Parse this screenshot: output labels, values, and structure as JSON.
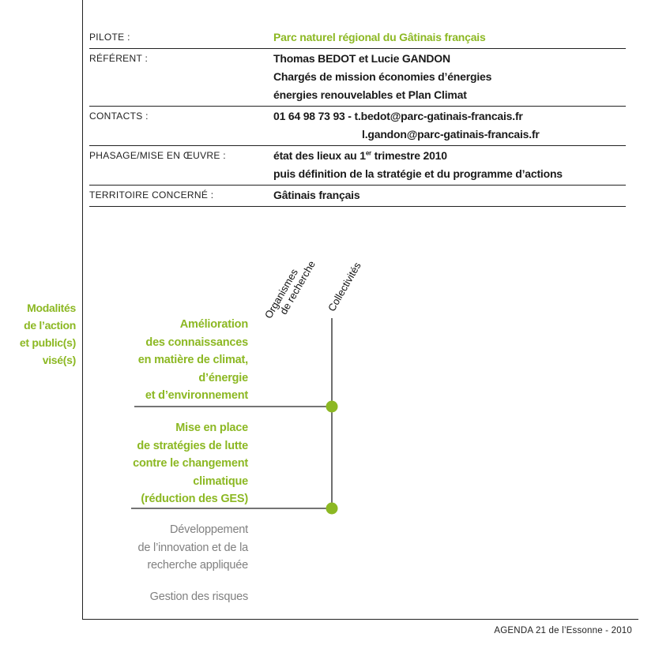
{
  "info": {
    "rows": [
      {
        "label": "PILOTE :",
        "lines": [
          "Parc naturel régional du Gâtinais français"
        ]
      },
      {
        "label": "RÉFÉRENT :",
        "lines": [
          "Thomas BEDOT et Lucie GANDON",
          "Chargés de mission économies d’énergies",
          "énergies renouvelables et Plan Climat"
        ]
      },
      {
        "label": "CONTACTS :",
        "lines": [
          "01 64 98 73 93 - t.bedot@parc-gatinais-francais.fr",
          "l.gandon@parc-gatinais-francais.fr"
        ]
      },
      {
        "label": "PHASAGE/MISE EN ŒUVRE :",
        "line1_pre": "état des lieux au 1",
        "line1_sup": "er",
        "line1_post": " trimestre 2010",
        "line2": "puis définition de la stratégie et du programme d’actions"
      },
      {
        "label": "TERRITOIRE CONCERNÉ :",
        "lines": [
          "Gâtinais français"
        ]
      }
    ]
  },
  "modalites": {
    "lines": [
      "Modalités",
      "de l’action",
      "et public(s)",
      "visé(s)"
    ]
  },
  "columns": {
    "col1_line1": "Organismes",
    "col1_line2": "de recherche",
    "col2": "Collectivités"
  },
  "actions": {
    "a1": [
      "Amélioration",
      "des connaissances",
      "en matière de climat,",
      "d’énergie",
      "et d’environnement"
    ],
    "a2": [
      "Mise en place",
      "de stratégies de lutte",
      "contre le changement",
      "climatique",
      "(réduction des GES)"
    ],
    "a3": [
      "Développement",
      "de l’innovation et de la",
      "recherche appliquée"
    ],
    "a4": [
      "Gestion des risques"
    ]
  },
  "matrix": {
    "marks": [
      {
        "action": "Amélioration des connaissances",
        "column": "Collectivités",
        "selected": true
      },
      {
        "action": "Mise en place de stratégies de lutte",
        "column": "Collectivités",
        "selected": true
      }
    ]
  },
  "colors": {
    "accent": "#8cb823",
    "muted": "#808080",
    "rule": "#222222"
  },
  "footer": "AGENDA 21 de l’Essonne - 2010"
}
